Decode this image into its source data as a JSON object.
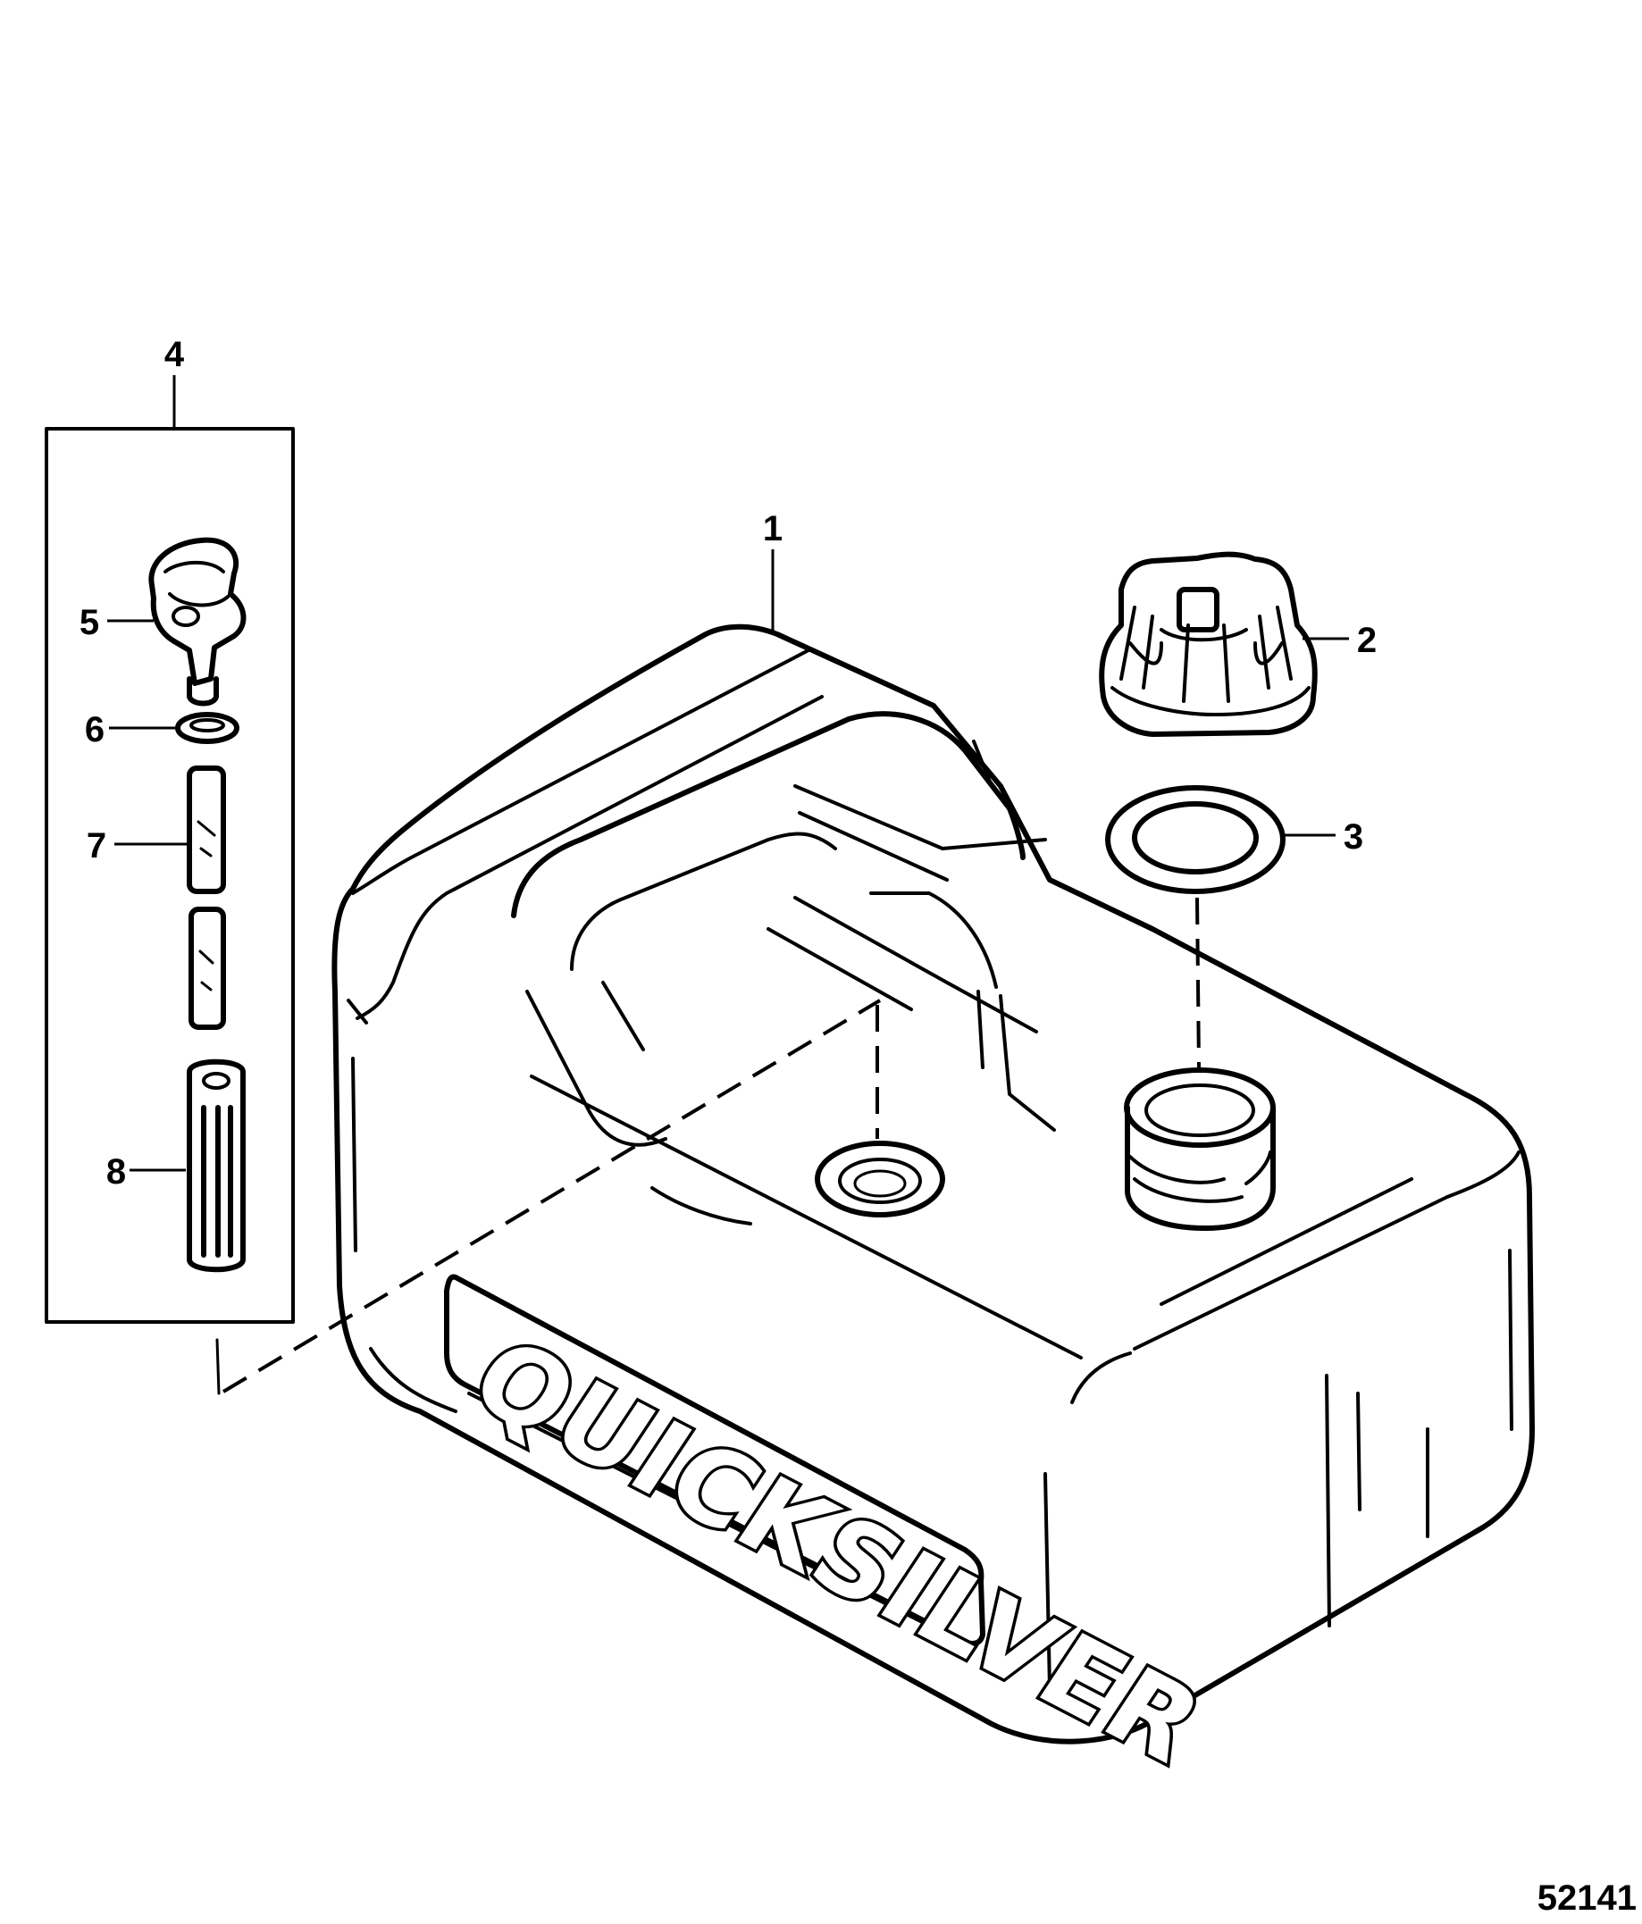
{
  "diagram": {
    "callouts": {
      "c1": "1",
      "c2": "2",
      "c3": "3",
      "c4": "4",
      "c5": "5",
      "c6": "6",
      "c7": "7",
      "c8": "8"
    },
    "brand_logo": "QUICKSILVER",
    "figure_id": "52141"
  }
}
